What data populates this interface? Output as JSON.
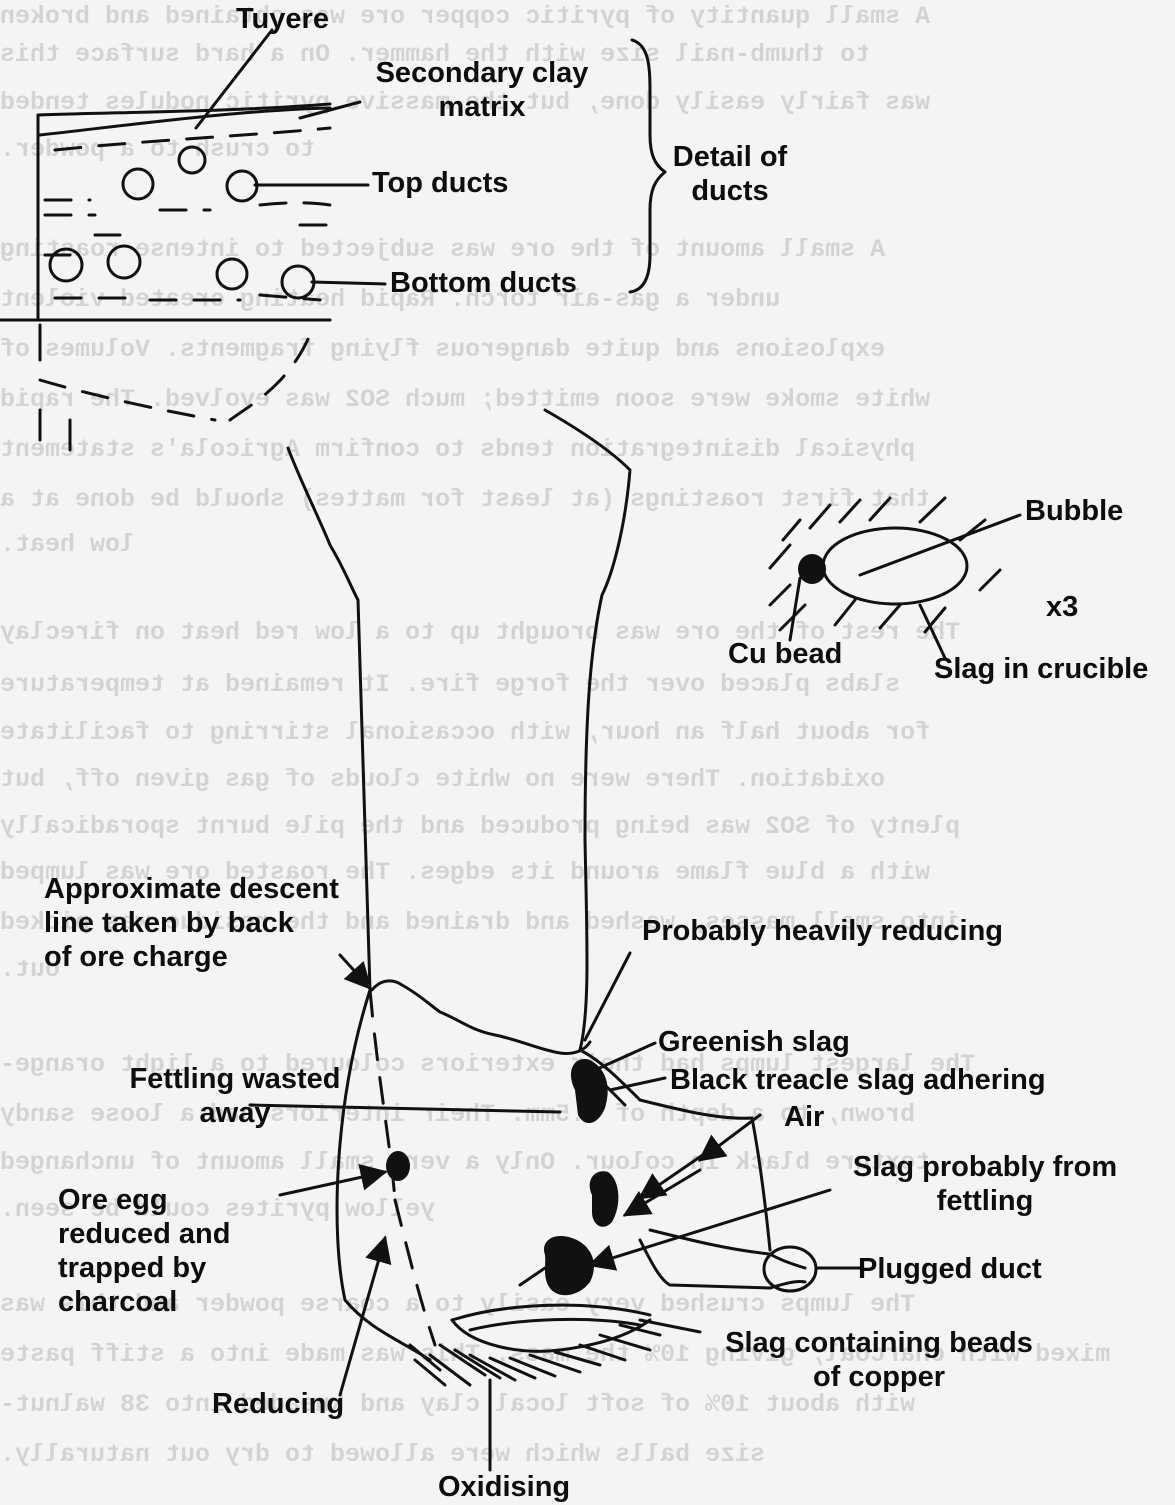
{
  "background_text": [
    "A small quantity of pyritic copper ore was obtained and broken",
    "to thumb-nail size with the hammer. On a hard surface this",
    "was fairly easily done, but the massive pyritic nodules tended",
    "to crush to a powder.",
    "A small amount of the ore was subjected to intense roasting",
    "under a gas-air torch. Rapid heating created violent",
    "explosions and quite dangerous flying fragments. Volumes of",
    "white smoke were soon emitted; much SO2 was evolved. The rapid",
    "physical disintegration tends to confirm Agricola's statement",
    "that first roastings (at least for mattes) should be done at a",
    "low heat.",
    "The rest of the ore was brought up to a low red heat on fireclay",
    "slabs placed over the forge fire. It remained at temperature",
    "for about half an hour, with occasional stirring to facilitate",
    "oxidation. There were no white clouds of gas given off, but",
    "plenty of SO2 was being produced and the pile burnt sporadically",
    "with a blue flame around its edges. The roasted ore was lumped",
    "into small masses, washed and drained and the residue was picked",
    "out.",
    "The largest lumps had their exteriors coloured to a light orange-",
    "brown, to a depth of 0.5mm. Their interiors had a loose sandy",
    "texture black in colour. Only a very small amount of unchanged",
    "yellow pyrites could be seen.",
    "The lumps crushed very easily to a coarse powder and this was",
    "mixed with charcoal, giving 10% the mass. This was made into a stiff paste",
    "with about 10% of soft local clay and kneaded into 38 walnut-",
    "size balls which were allowed to dry out naturally."
  ],
  "labels": {
    "tuyere": "Tuyere",
    "secondary_clay": [
      "Secondary clay",
      "matrix"
    ],
    "detail_of_ducts": [
      "Detail of",
      "ducts"
    ],
    "top_ducts": "Top ducts",
    "bottom_ducts": "Bottom ducts",
    "bubble": "Bubble",
    "x3": "x3",
    "cu_bead": "Cu bead",
    "slag_in_crucible": "Slag in crucible",
    "approx_descent": [
      "Approximate descent",
      "line taken by back",
      "of ore charge"
    ],
    "heavily_reducing": "Probably heavily reducing",
    "greenish_slag": "Greenish slag",
    "fettling_wasted": [
      "Fettling wasted",
      "away"
    ],
    "black_treacle": "Black treacle slag adhering",
    "air": "Air",
    "slag_from_fettling": [
      "Slag probably from",
      "fettling"
    ],
    "ore_egg": [
      "Ore egg",
      "reduced and",
      "trapped by",
      "charcoal"
    ],
    "plugged_duct": "Plugged duct",
    "slag_beads": [
      "Slag containing beads",
      "of copper"
    ],
    "reducing": "Reducing",
    "oxidising": "Oxidising"
  }
}
